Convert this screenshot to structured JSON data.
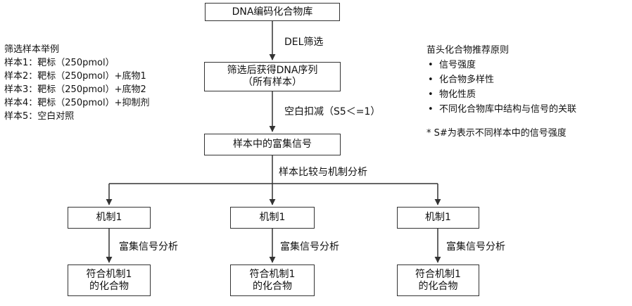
{
  "nodes": {
    "library": "DNA编码化合物库",
    "screened_line1": "筛选后获得DNA序列",
    "screened_line2": "（所有样本）",
    "enriched": "样本中的富集信号",
    "mech_a": "机制1",
    "mech_b": "机制1",
    "mech_c": "机制1",
    "result_a_line1": "符合机制1",
    "result_a_line2": "的化合物",
    "result_b_line1": "符合机制1",
    "result_b_line2": "的化合物",
    "result_c_line1": "符合机制1",
    "result_c_line2": "的化合物"
  },
  "edges": {
    "del_screen": "DEL筛选",
    "blank_subtract": "空白扣减（S5＜=1）",
    "compare": "样本比较与机制分析",
    "enrich_a": "富集信号分析",
    "enrich_b": "富集信号分析",
    "enrich_c": "富集信号分析"
  },
  "samples": {
    "title": "筛选样本举例",
    "items": [
      "样本1：靶标（250pmol）",
      "样本2：靶标（250pmol）+底物1",
      "样本3：靶标（250pmol）+底物2",
      "样本4：靶标（250pmol）+抑制剂",
      "样本5：空白对照"
    ]
  },
  "principles": {
    "title": "苗头化合物推荐原则",
    "bullet": "•",
    "items": [
      "信号强度",
      "化合物多样性",
      "物化性质",
      "不同化合物库中结构与信号的关联"
    ],
    "note": "* S#为表示不同样本中的信号强度"
  }
}
